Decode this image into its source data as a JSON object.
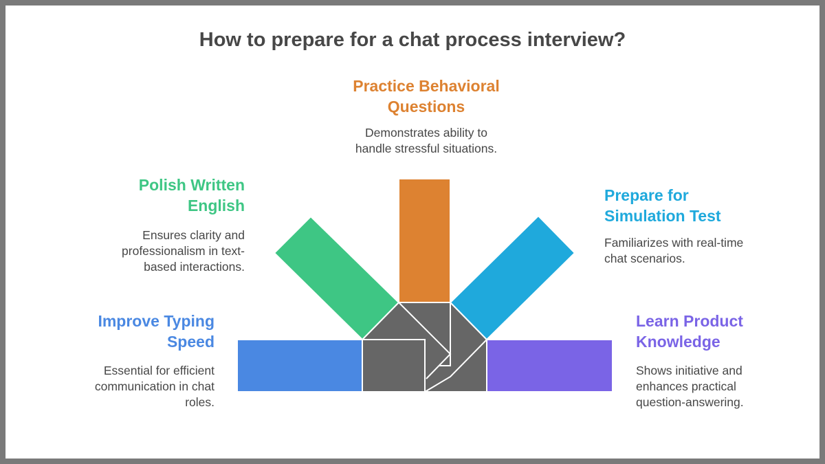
{
  "title": "How to prepare for a chat process interview?",
  "colors": {
    "typing": "#4a88e2",
    "written": "#3ec684",
    "behavioral": "#dd8231",
    "simulation": "#1fa9dc",
    "product": "#7a64e6",
    "core": "#666666"
  },
  "items": {
    "behavioral": {
      "heading": "Practice Behavioral\nQuestions",
      "description": "Demonstrates ability to\nhandle stressful situations."
    },
    "written": {
      "heading": "Polish Written\nEnglish",
      "description": "Ensures clarity and\nprofessionalism in text-\nbased interactions."
    },
    "simulation": {
      "heading": "Prepare for\nSimulation Test",
      "description": "Familiarizes with real-time\nchat scenarios."
    },
    "typing": {
      "heading": "Improve Typing\nSpeed",
      "description": "Essential for efficient\ncommunication in chat\nroles."
    },
    "product": {
      "heading": "Learn Product\nKnowledge",
      "description": "Shows initiative and\nenhances practical\nquestion-answering."
    }
  }
}
